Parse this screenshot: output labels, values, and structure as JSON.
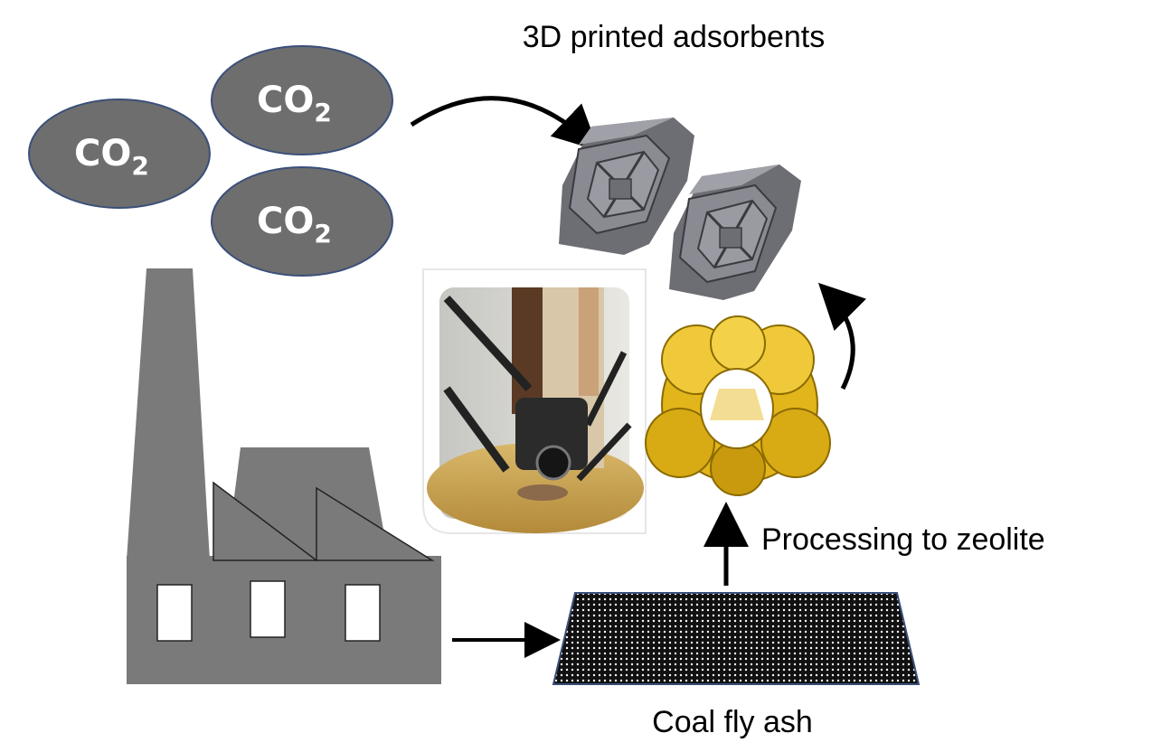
{
  "labels": {
    "top": "3D printed adsorbents",
    "processing": "Processing to zeolite",
    "ash": "Coal fly ash"
  },
  "clouds": [
    {
      "main": "CO",
      "sub": "2"
    },
    {
      "main": "CO",
      "sub": "2"
    },
    {
      "main": "CO",
      "sub": "2"
    }
  ],
  "colors": {
    "cloud_fill": "#6e6e6e",
    "cloud_stroke": "#3a4f7a",
    "factory": "#7a7a7a",
    "zeolite": "#e2b51a",
    "adsorbent": "#8a8a92",
    "ash": "#111111"
  }
}
